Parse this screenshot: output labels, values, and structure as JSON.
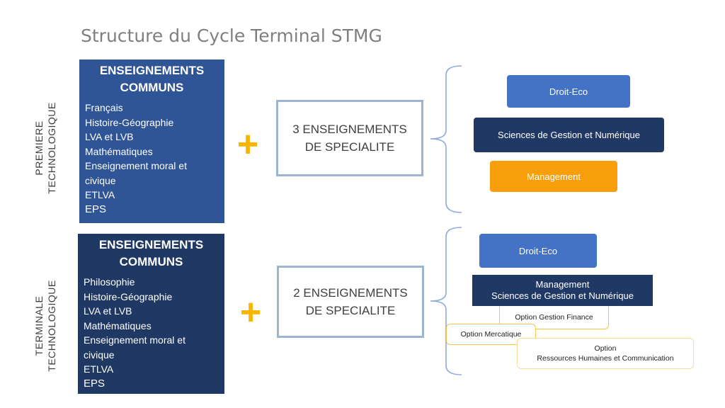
{
  "title": "Structure du Cycle Terminal STMG",
  "premiere": {
    "label_line1": "PREMIERE",
    "label_line2": "TECHNOLOGIQUE",
    "common_heading_line1": "ENSEIGNEMENTS",
    "common_heading_line2": "COMMUNS",
    "subjects": [
      "Français",
      "Histoire-Géographie",
      "LVA et LVB",
      "Mathématiques",
      "Enseignement moral et",
      "civique",
      "ETLVA",
      "EPS"
    ],
    "plus": "+",
    "spec_line1": "3 ENSEIGNEMENTS",
    "spec_line2": "DE SPECIALITE",
    "specialties": [
      "Droit-Eco",
      "Sciences de Gestion et Numérique",
      "Management"
    ]
  },
  "terminale": {
    "label_line1": "TERMINALE",
    "label_line2": "TECHNOLOGIQUE",
    "common_heading_line1": "ENSEIGNEMENTS",
    "common_heading_line2": "COMMUNS",
    "subjects": [
      "Philosophie",
      "Histoire-Géographie",
      "LVA et LVB",
      "Mathématiques",
      "Enseignement moral et",
      "civique",
      "ETLVA",
      "EPS"
    ],
    "plus": "+",
    "spec_line1": "2 ENSEIGNEMENTS",
    "spec_line2": "DE SPECIALITE",
    "specialty_droit": "Droit-Eco",
    "specialty_mgmt_line1": "Management",
    "specialty_mgmt_line2": "Sciences de Gestion et Numérique",
    "option_gestion": "Option Gestion Finance",
    "option_mercatique": "Option Mercatique",
    "option_rhc_line1": "Option",
    "option_rhc_line2": "Ressources Humaines et Communication"
  },
  "colors": {
    "premiere_box": "#2f5597",
    "terminale_box": "#203864",
    "droit_eco": "#4472c4",
    "sgn_dark": "#203864",
    "management": "#f79e0b",
    "plus": "#f7b500",
    "brace": "#8faadc"
  }
}
